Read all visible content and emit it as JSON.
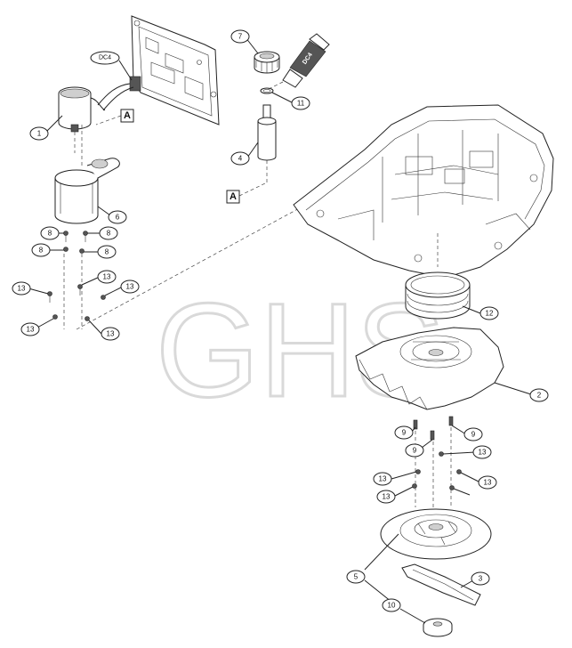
{
  "watermark": "GHS",
  "tube_label": "DC4",
  "callouts": [
    {
      "id": "c1",
      "label": "1"
    },
    {
      "id": "c7",
      "label": "7"
    },
    {
      "id": "c11",
      "label": "11"
    },
    {
      "id": "c4",
      "label": "4"
    },
    {
      "id": "c6",
      "label": "6"
    },
    {
      "id": "c8a",
      "label": "8"
    },
    {
      "id": "c8b",
      "label": "8"
    },
    {
      "id": "c8c",
      "label": "8"
    },
    {
      "id": "c8d",
      "label": "8"
    },
    {
      "id": "c13a",
      "label": "13"
    },
    {
      "id": "c13b",
      "label": "13"
    },
    {
      "id": "c13c",
      "label": "13"
    },
    {
      "id": "c13d",
      "label": "13"
    },
    {
      "id": "c13e",
      "label": "13"
    },
    {
      "id": "c12",
      "label": "12"
    },
    {
      "id": "c2",
      "label": "2"
    },
    {
      "id": "c9a",
      "label": "9"
    },
    {
      "id": "c9b",
      "label": "9"
    },
    {
      "id": "c9c",
      "label": "9"
    },
    {
      "id": "c13f",
      "label": "13"
    },
    {
      "id": "c13g",
      "label": "13"
    },
    {
      "id": "c13h",
      "label": "13"
    },
    {
      "id": "c13i",
      "label": "13"
    },
    {
      "id": "c5",
      "label": "5"
    },
    {
      "id": "c3",
      "label": "3"
    },
    {
      "id": "c10",
      "label": "10"
    }
  ],
  "dc4_callout": "DC4",
  "ref_tags": [
    "A",
    "A"
  ]
}
